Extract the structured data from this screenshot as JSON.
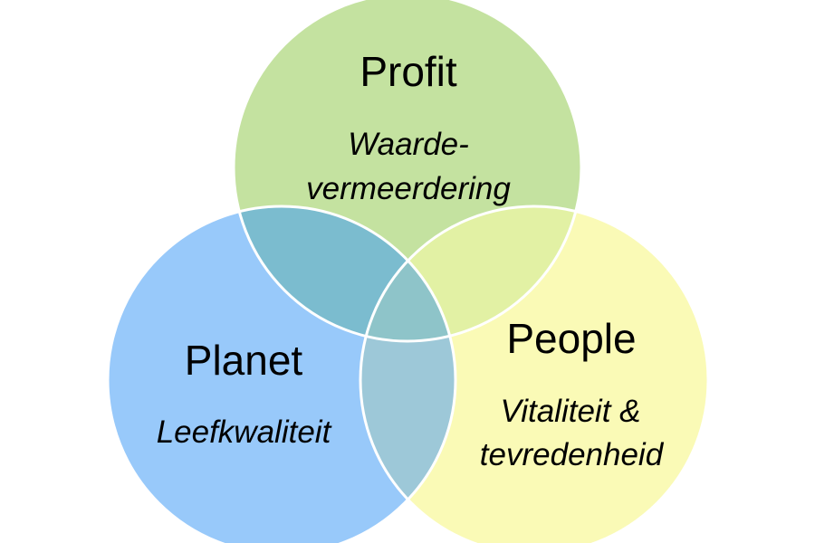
{
  "diagram": {
    "type": "venn",
    "circles": [
      {
        "id": "profit",
        "label": "Profit",
        "description_lines": [
          "Waarde-",
          "vermeerdering"
        ],
        "fill": "#c4e2a0"
      },
      {
        "id": "planet",
        "label": "Planet",
        "description_lines": [
          "Leefkwaliteit"
        ],
        "fill": "#98c9fa"
      },
      {
        "id": "people",
        "label": "People",
        "description_lines": [
          "Vitaliteit &",
          "tevredenheid"
        ],
        "fill": "#fafab6"
      }
    ],
    "overlap_colors": {
      "profit_planet": "#7bbccf",
      "profit_people": "#e2f1a4",
      "planet_people": "#9dc8d8",
      "all": "#8ec4c9"
    },
    "outline_color": "#ffffff"
  }
}
